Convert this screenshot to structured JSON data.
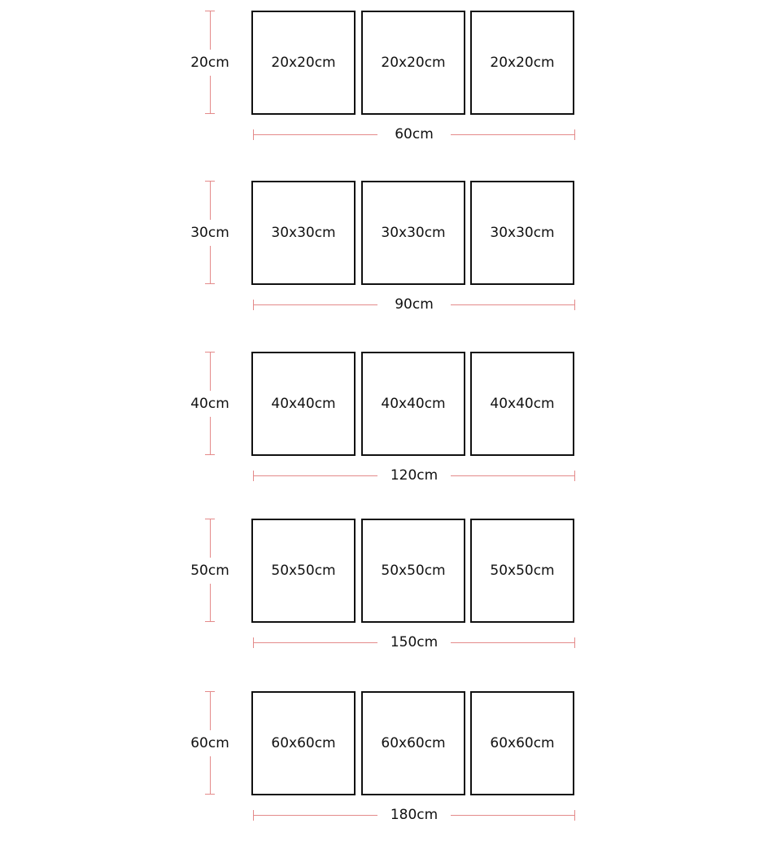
{
  "size_sets": [
    {
      "height_label": "20cm",
      "panels": [
        "20x20cm",
        "20x20cm",
        "20x20cm"
      ],
      "width_label": "60cm"
    },
    {
      "height_label": "30cm",
      "panels": [
        "30x30cm",
        "30x30cm",
        "30x30cm"
      ],
      "width_label": "90cm"
    },
    {
      "height_label": "40cm",
      "panels": [
        "40x40cm",
        "40x40cm",
        "40x40cm"
      ],
      "width_label": "120cm"
    },
    {
      "height_label": "50cm",
      "panels": [
        "50x50cm",
        "50x50cm",
        "50x50cm"
      ],
      "width_label": "150cm"
    },
    {
      "height_label": "60cm",
      "panels": [
        "60x60cm",
        "60x60cm",
        "60x60cm"
      ],
      "width_label": "180cm"
    }
  ],
  "colors": {
    "dimension_line": "#e48a8a",
    "panel_border": "#111111",
    "text": "#111111",
    "background": "#ffffff"
  }
}
